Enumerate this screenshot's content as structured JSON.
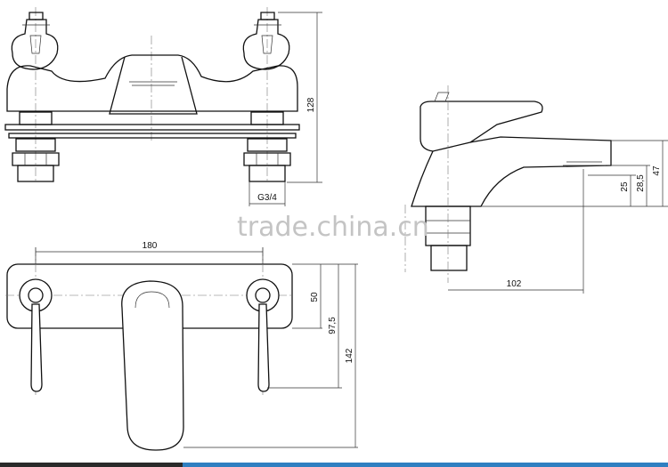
{
  "watermark": "trade.china.cn",
  "dimensions": {
    "front_height": "128",
    "thread": "G3/4",
    "side_reach": "102",
    "side_total_height": "47",
    "side_mid_height": "28,5",
    "side_outlet_height": "25",
    "plan_width": "180",
    "plan_depth_1": "50",
    "plan_depth_2": "97,5",
    "plan_depth_3": "142"
  },
  "colors": {
    "bar_dark": "#2a2a2a",
    "bar_blue": "#2f7fc1"
  }
}
